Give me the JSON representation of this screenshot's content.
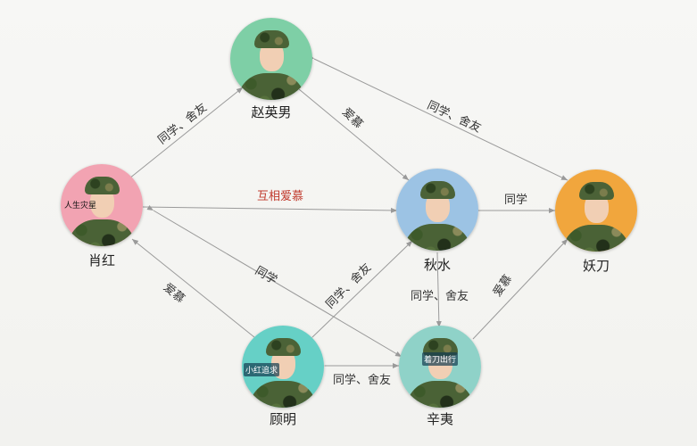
{
  "nodes": {
    "zhao": {
      "name": "赵英男",
      "bg": "#7ecfa6"
    },
    "xiao": {
      "name": "肖红",
      "bg": "#f2a3b2",
      "badge": "人生灾星"
    },
    "qiu": {
      "name": "秋水",
      "bg": "#9cc3e4"
    },
    "yao": {
      "name": "妖刀",
      "bg": "#f1a63d"
    },
    "gu": {
      "name": "顾明",
      "bg": "#66d0c6",
      "badge": "小红追求"
    },
    "xin": {
      "name": "辛夷",
      "bg": "#8fd2c8",
      "badge": "着刀出行"
    }
  },
  "edges": {
    "xiao_zhao": "同学、舍友",
    "zhao_yao": "同学、舍友",
    "zhao_qiu": "爱慕",
    "xiao_qiu": "互相爱慕",
    "qiu_yao": "同学",
    "xiao_xin": "同学",
    "gu_xiao": "爱慕",
    "gu_qiu": "同学、舍友",
    "qiu_xin": "同学、舍友",
    "xin_yao": "爱慕",
    "gu_xin": "同学、舍友"
  },
  "colors": {
    "line": "#9a9a9a",
    "highlight": "#c0392b"
  }
}
